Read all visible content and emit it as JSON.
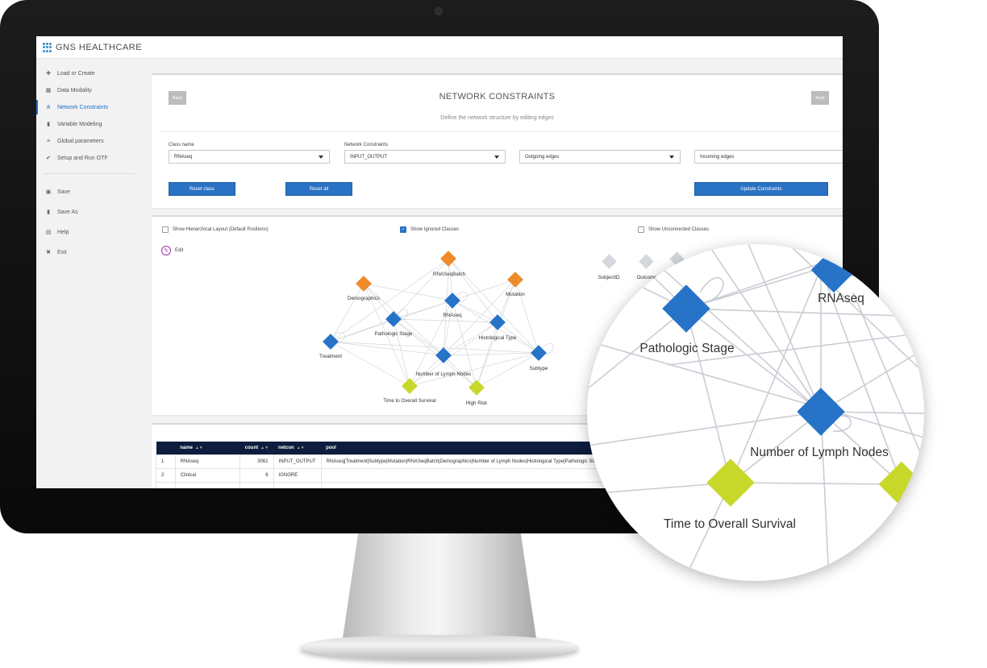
{
  "app": {
    "logo_text": "GNS HEALTHCARE"
  },
  "sidebar": {
    "items": [
      {
        "label": "Load or Create",
        "icon": "plus-icon"
      },
      {
        "label": "Data Modality",
        "icon": "table-icon"
      },
      {
        "label": "Network Constraints",
        "icon": "hierarchy-icon",
        "active": true
      },
      {
        "label": "Variable Modeling",
        "icon": "bar-chart-icon"
      },
      {
        "label": "Global parameters",
        "icon": "sliders-icon"
      },
      {
        "label": "Setup and Run OTF",
        "icon": "check-icon"
      }
    ],
    "actions": [
      {
        "label": "Save",
        "icon": "save-icon"
      },
      {
        "label": "Save As",
        "icon": "bookmark-icon"
      },
      {
        "label": "Help",
        "icon": "help-icon"
      },
      {
        "label": "Exit",
        "icon": "close-icon"
      }
    ]
  },
  "constraints": {
    "back_label": "Back",
    "next_label": "Next",
    "title": "NETWORK CONSTRAINTS",
    "subtitle": "Define the network structure by editing edges",
    "class_name_label": "Class name",
    "class_name_value": "RNAseq",
    "network_constraints_label": "Network Constraints",
    "network_constraints_value": "INPUT_OUTPUT",
    "outgoing_edges_value": "Outgoing edges",
    "incoming_edges_value": "Incoming edges",
    "reset_class_label": "Reset class",
    "reset_all_label": "Reset all",
    "update_constraints_label": "Update Constraints"
  },
  "graph_panel": {
    "show_hierarchical_label": "Show Hierarchical Layout (Default Positions)",
    "show_hierarchical_checked": false,
    "show_ignored_label": "Show Ignored Classes",
    "show_ignored_checked": true,
    "show_unconnected_label": "Show Unconnected Classes",
    "show_unconnected_checked": false,
    "edit_label": "Edit",
    "nodes": [
      {
        "label": "RNASeqBatch",
        "color": "orange"
      },
      {
        "label": "Demographics",
        "color": "orange"
      },
      {
        "label": "Mutation",
        "color": "orange"
      },
      {
        "label": "RNAseq",
        "color": "blue"
      },
      {
        "label": "Pathologic Stage",
        "color": "blue"
      },
      {
        "label": "Histological Type",
        "color": "blue"
      },
      {
        "label": "Treatment",
        "color": "blue"
      },
      {
        "label": "Number of Lymph Nodes",
        "color": "blue"
      },
      {
        "label": "Subtype",
        "color": "blue"
      },
      {
        "label": "Time to Overall Survival",
        "color": "lime"
      },
      {
        "label": "High Risk",
        "color": "lime"
      },
      {
        "label": "SubjectID",
        "color": "gray"
      },
      {
        "label": "Outcome",
        "color": "gray"
      }
    ]
  },
  "table": {
    "columns": [
      "name",
      "count",
      "netcon",
      "pool"
    ],
    "rows": [
      {
        "index": "1",
        "name": "RNAseq",
        "count": "3061",
        "netcon": "INPUT_OUTPUT",
        "pool": "RNAseq|Treatment|Subtype|Mutation|RNASeqBatch|Demographics|Number of Lymph Nodes|Histological Type|Pathologic Stage"
      },
      {
        "index": "2",
        "name": "Clinical",
        "count": "6",
        "netcon": "IGNORE",
        "pool": ""
      }
    ]
  },
  "magnifier": {
    "labels": [
      "RNAseq",
      "Pathologic Stage",
      "Number of Lymph Nodes",
      "Time to Overall Survival"
    ]
  },
  "colors": {
    "accent_blue": "#2a72c4",
    "node_blue": "#2673c8",
    "node_orange": "#ee8a2a",
    "node_lime": "#c7d82a",
    "node_gray": "#d4d7db",
    "table_header": "#0c1d3d",
    "edit_purple": "#a12cab"
  }
}
